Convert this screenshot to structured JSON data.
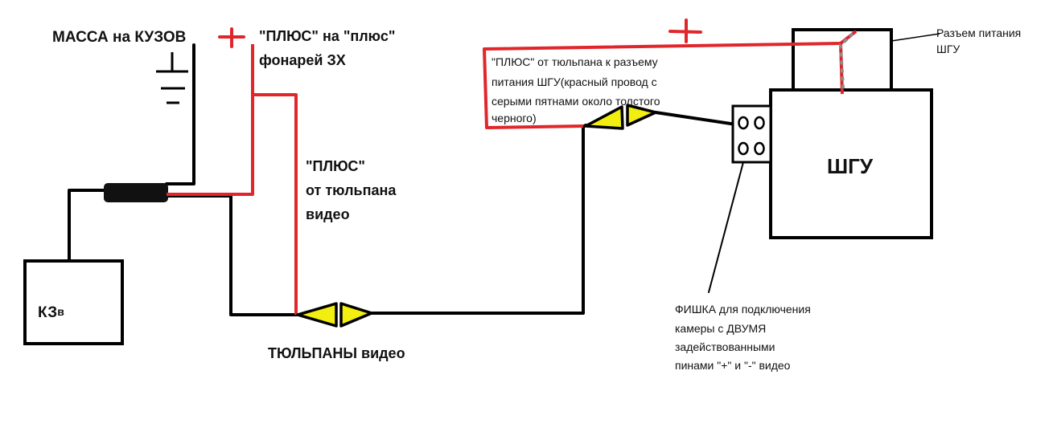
{
  "labels": {
    "ground": "МАССА на КУЗОВ",
    "plus_rear_l1": "\"ПЛЮС\" на \"плюс\"",
    "plus_rear_l2": "фонарей ЗХ",
    "plus_video_l1": "\"ПЛЮС\"",
    "plus_video_l2": "от тюльпана",
    "plus_video_l3": "видео",
    "tulips": "ТЮЛЬПАНЫ видео",
    "kzv_main": "КЗ",
    "kzv_sub": "в",
    "hu": "ШГУ",
    "power_conn_l1": "Разъем питания",
    "power_conn_l2": "ШГУ",
    "plus_hu_l1": "\"ПЛЮС\" от тюльпана к разъему",
    "plus_hu_l2": "питания ШГУ(красный провод с",
    "plus_hu_l3": "серыми пятнами около толстого",
    "plus_hu_l4": "черного)",
    "plug_l1": "ФИШКА для подключения",
    "plug_l2": "камеры с ДВУМЯ",
    "plug_l3": "задействованными",
    "plug_l4": "пинами \"+\" и \"-\" видео",
    "plus_sign_1": "+",
    "plus_sign_2": "+"
  },
  "colors": {
    "wire_black": "#000000",
    "wire_red": "#e0262b",
    "tulip_yellow": "#f2ee10",
    "spot_gray": "#8c8c8c"
  }
}
